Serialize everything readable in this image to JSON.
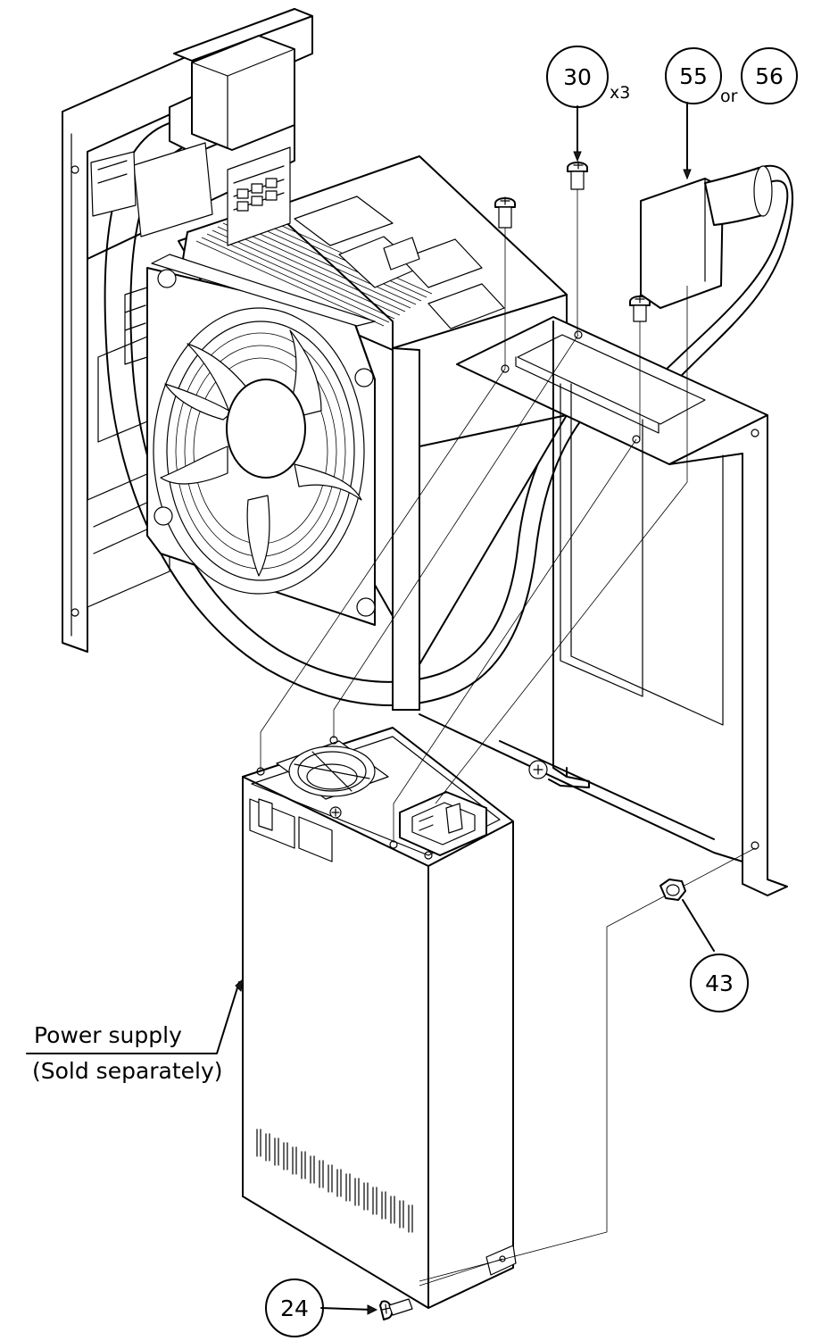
{
  "callouts": {
    "c30": {
      "number": "30",
      "qty": "x3"
    },
    "c55": {
      "number": "55"
    },
    "or_text": "or",
    "c56": {
      "number": "56"
    },
    "c43": {
      "number": "43"
    },
    "c24": {
      "number": "24"
    }
  },
  "labels": {
    "power_supply_line1": "Power supply",
    "power_supply_line2": "(Sold separately)"
  }
}
